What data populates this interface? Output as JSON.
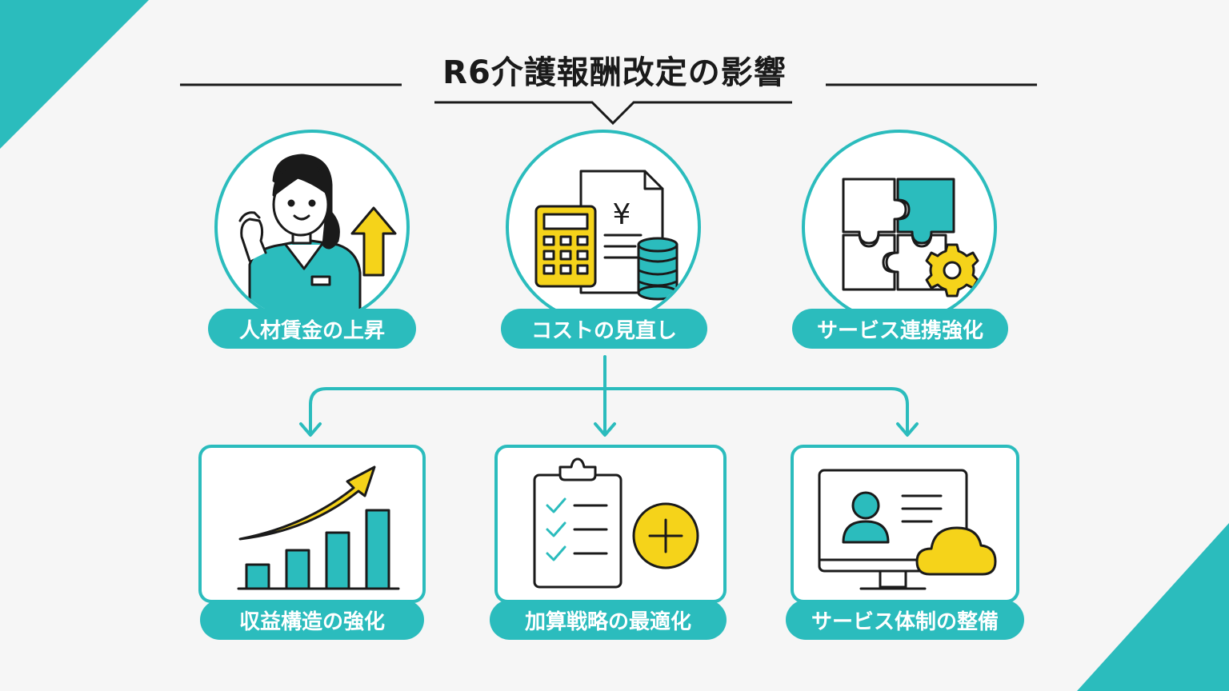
{
  "title": "R6介護報酬改定の影響",
  "colors": {
    "teal": "#2bbcbd",
    "yellow": "#f5d31a",
    "ink": "#1a1a1a"
  },
  "top_items": [
    {
      "label": "人材賃金の上昇",
      "icon": "staff-wage-up-icon"
    },
    {
      "label": "コストの見直し",
      "icon": "calculator-cost-icon"
    },
    {
      "label": "サービス連携強化",
      "icon": "puzzle-gear-icon"
    }
  ],
  "bottom_items": [
    {
      "label": "収益構造の強化",
      "icon": "growth-chart-icon"
    },
    {
      "label": "加算戦略の最適化",
      "icon": "checklist-plus-icon"
    },
    {
      "label": "サービス体制の整備",
      "icon": "monitor-cloud-icon"
    }
  ],
  "icon_text": {
    "yen": "¥"
  }
}
